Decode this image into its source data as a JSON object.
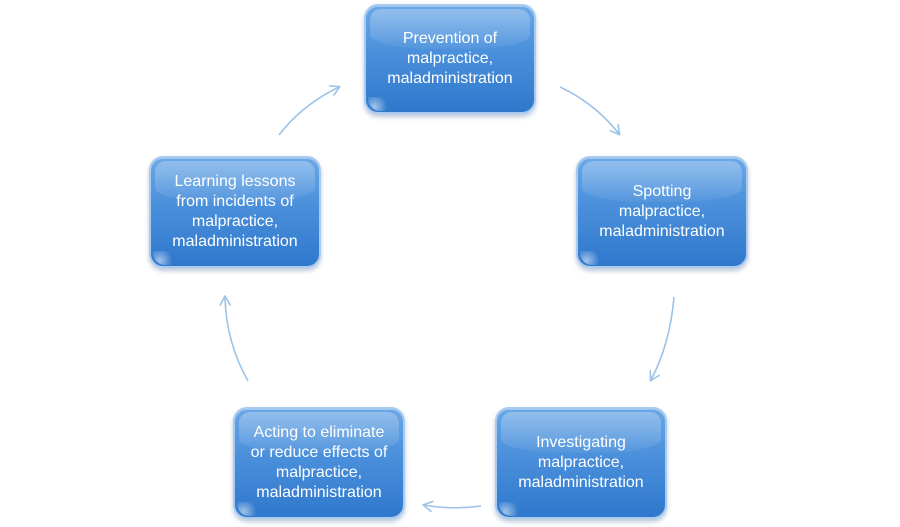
{
  "diagram": {
    "type": "cycle",
    "colors": {
      "node_fill": "#4a8fdb",
      "node_border": "#a9cbee",
      "node_text": "#ffffff",
      "arrow": "#9cc3e8"
    },
    "nodes": [
      {
        "id": "prevention",
        "label": "Prevention of\nmalpractice,\nmaladministration"
      },
      {
        "id": "spotting",
        "label": "Spotting\nmalpractice,\nmaladministration"
      },
      {
        "id": "investigate",
        "label": "Investigating\nmalpractice,\nmaladministration"
      },
      {
        "id": "acting",
        "label": "Acting to eliminate\nor reduce effects of\nmalpractice,\nmaladministration"
      },
      {
        "id": "learning",
        "label": "Learning lessons\nfrom incidents of\nmalpractice,\nmaladministration"
      }
    ],
    "edges": [
      {
        "from": "prevention",
        "to": "spotting"
      },
      {
        "from": "spotting",
        "to": "investigate"
      },
      {
        "from": "investigate",
        "to": "acting"
      },
      {
        "from": "acting",
        "to": "learning"
      },
      {
        "from": "learning",
        "to": "prevention"
      }
    ]
  }
}
